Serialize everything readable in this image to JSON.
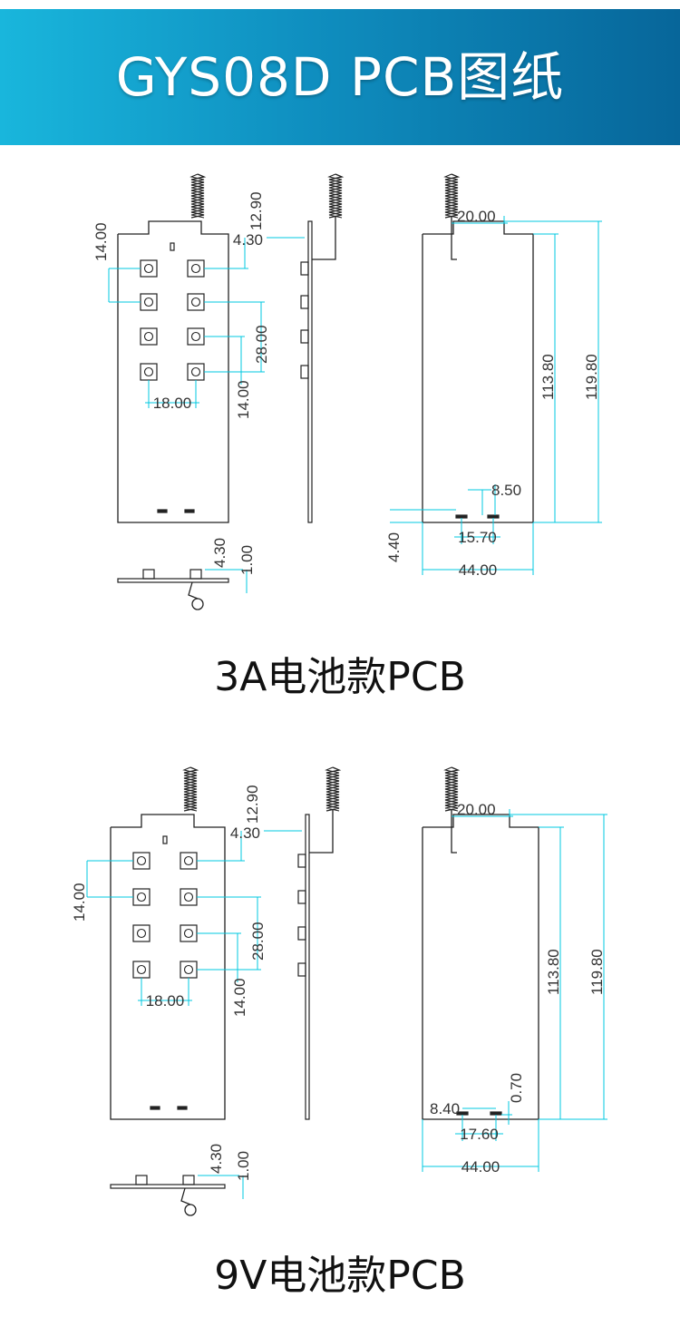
{
  "banner": {
    "title": "GYS08D PCB图纸"
  },
  "colors": {
    "banner_start": "#19b6dc",
    "banner_end": "#07669a",
    "outline": "#222222",
    "dimension": "#00c8e0"
  },
  "board_3a": {
    "caption": "3A电池款PCB",
    "dims": {
      "top_offset": "12.90",
      "row_pitch": "14.00",
      "two_row_pitch": "28.00",
      "row_pitch_lower": "14.00",
      "column_pitch": "18.00",
      "side_height": "4.30",
      "ant_offset": "20.00",
      "inner_height": "113.80",
      "total_height": "119.80",
      "slot_width": "8.50",
      "slot_height": "4.40",
      "slot_span": "15.70",
      "width": "44.00",
      "button_height": "4.30",
      "thickness": "1.00"
    }
  },
  "board_9v": {
    "caption": "9V电池款PCB",
    "dims": {
      "top_offset": "12.90",
      "row_pitch": "14.00",
      "two_row_pitch": "28.00",
      "row_pitch_lower": "14.00",
      "column_pitch": "18.00",
      "side_height": "4.30",
      "ant_offset": "20.00",
      "inner_height": "113.80",
      "total_height": "119.80",
      "slot_width": "8.40",
      "slot_height": "0.70",
      "slot_span": "17.60",
      "width": "44.00",
      "button_height": "4.30",
      "thickness": "1.00"
    }
  }
}
